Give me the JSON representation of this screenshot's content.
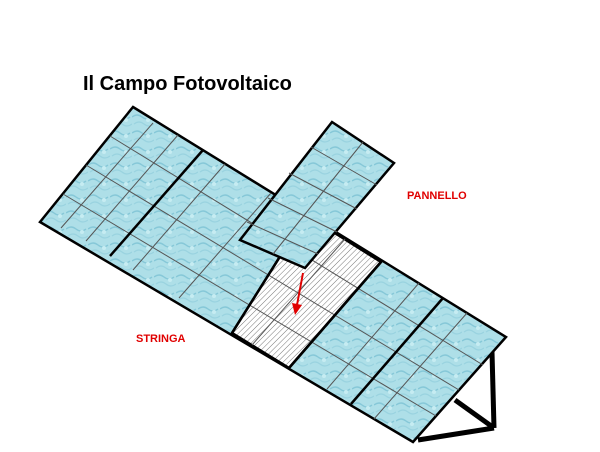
{
  "title": "Il Campo Fotovoltaico",
  "labels": {
    "pannello": "PANNELLO",
    "stringa": "STRINGA"
  },
  "colors": {
    "panel_fill": "#aedfe8",
    "panel_texture": "#7fc4d4",
    "frame": "#000000",
    "hatch": "#777777",
    "label": "#e00000",
    "arrow": "#e00000"
  }
}
